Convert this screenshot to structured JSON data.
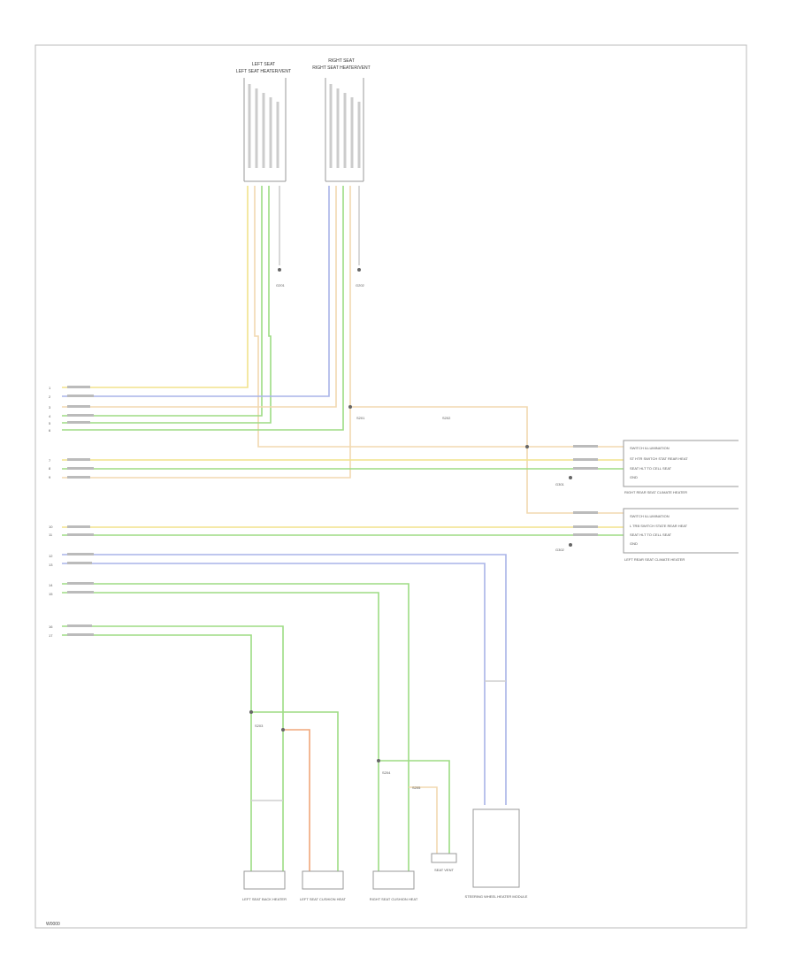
{
  "diagram": {
    "footer_code": "W0000",
    "connectors": {
      "left_seat_top": "LEFT SEAT HEATER/VENT",
      "right_seat_top": "RIGHT SEAT HEATER/VENT",
      "right_rear_module": "RIGHT REAR SEAT CLIMATE HEATER",
      "left_rear_module": "LEFT REAR SEAT CLIMATE HEATER",
      "left_seat_back_heater": "LEFT SEAT BACK HEATER",
      "left_seat_cushion_heat": "LEFT SEAT CUSHION HEAT",
      "right_seat_cushion_heat": "RIGHT SEAT CUSHION HEAT",
      "steering_wheel_heater": "STEERING WHEEL HEATER MODULE",
      "seat_vent": "SEAT VENT"
    },
    "splices": [
      "S201",
      "S202",
      "S203",
      "S204",
      "S205"
    ],
    "grounds": [
      "G201",
      "G202",
      "G301",
      "G302"
    ],
    "wire_colors": {
      "yellow": "#f2e28c",
      "blue": "#a9b4e8",
      "green": "#9ddc84",
      "orange": "#f3c79a",
      "tan": "#f2d9b0",
      "salmon": "#f0a77a",
      "gray": "#cfcfcf"
    }
  }
}
